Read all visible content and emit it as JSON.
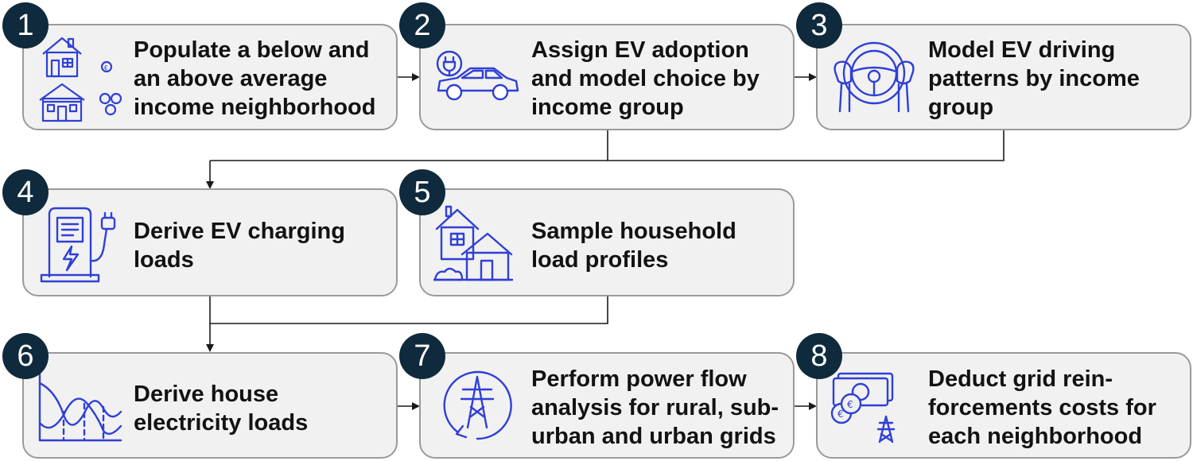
{
  "steps": [
    {
      "number": "1",
      "lines": [
        "Populate a below and",
        "an above average",
        "income neighborhood"
      ],
      "icon": "houses-money-icon"
    },
    {
      "number": "2",
      "lines": [
        "Assign EV adoption",
        "and model choice by",
        "income group"
      ],
      "icon": "electric-car-icon"
    },
    {
      "number": "3",
      "lines": [
        "Model EV driving",
        "patterns by income",
        "group"
      ],
      "icon": "steering-wheel-icon"
    },
    {
      "number": "4",
      "lines": [
        "Derive EV charging",
        "loads"
      ],
      "icon": "charging-station-icon"
    },
    {
      "number": "5",
      "lines": [
        "Sample household",
        "load profiles"
      ],
      "icon": "house-icon"
    },
    {
      "number": "6",
      "lines": [
        "Derive house",
        "electricity loads"
      ],
      "icon": "load-curve-icon"
    },
    {
      "number": "7",
      "lines": [
        "Perform power flow",
        "analysis for rural, sub-",
        "urban and urban grids"
      ],
      "icon": "power-tower-cycle-icon"
    },
    {
      "number": "8",
      "lines": [
        "Deduct grid rein-",
        "forcements costs for",
        "each neighborhood"
      ],
      "icon": "banknote-tower-icon"
    }
  ],
  "colors": {
    "icon": "#2f3fd6",
    "badge": "#0f2a3c",
    "box_fill": "#f1f1f1",
    "box_border": "#9a9a9a",
    "connector": "#1a1a1a"
  }
}
